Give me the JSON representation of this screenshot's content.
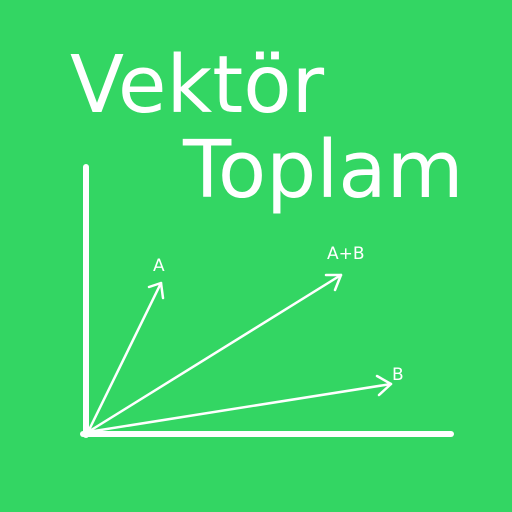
{
  "title": {
    "line1": "Vektör",
    "line2": "Toplam"
  },
  "vectors": {
    "a_label": "A",
    "b_label": "B",
    "sum_label": "A+B"
  },
  "colors": {
    "background": "#33D663",
    "foreground": "#FFFFFF"
  }
}
